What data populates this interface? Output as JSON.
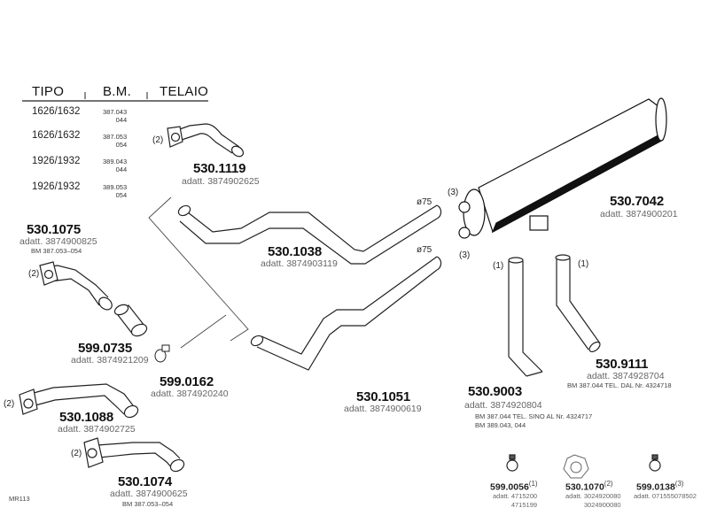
{
  "table": {
    "headers": [
      "TIPO",
      "B.M.",
      "TELAIO"
    ],
    "rows": [
      {
        "tipo": "1626/1632",
        "bm1": "387.043",
        "bm2": "044"
      },
      {
        "tipo": "1626/1632",
        "bm1": "387.053",
        "bm2": "054"
      },
      {
        "tipo": "1926/1932",
        "bm1": "389.043",
        "bm2": "044"
      },
      {
        "tipo": "1926/1932",
        "bm1": "389.053",
        "bm2": "054"
      }
    ]
  },
  "parts": {
    "p5301119": {
      "number": "530.1119",
      "adatt": "adatt. 3874902625",
      "qty": "(2)"
    },
    "p5301075": {
      "number": "530.1075",
      "adatt": "adatt. 3874900825",
      "bm": "BM 387.053–054",
      "qty": "(2)"
    },
    "p5990735": {
      "number": "599.0735",
      "adatt": "adatt. 3874921209"
    },
    "p5990162": {
      "number": "599.0162",
      "adatt": "adatt. 3874920240"
    },
    "p5301088": {
      "number": "530.1088",
      "adatt": "adatt. 3874902725",
      "qty": "(2)"
    },
    "p5301074": {
      "number": "530.1074",
      "adatt": "adatt. 3874900625",
      "bm": "BM 387.053–054",
      "qty": "(2)"
    },
    "p5301038": {
      "number": "530.1038",
      "adatt": "adatt. 3874903119",
      "dia": "ø75"
    },
    "p5301051": {
      "number": "530.1051",
      "adatt": "adatt. 3874900619",
      "dia": "ø75"
    },
    "p5307042": {
      "number": "530.7042",
      "adatt": "adatt. 3874900201",
      "qty_top": "(3)",
      "qty_bottom": "(3)"
    },
    "p5309003": {
      "number": "530.9003",
      "adatt": "adatt. 3874920804",
      "bm1": "BM 387.044 TEL. SINO AL Nr. 4324717",
      "bm2": "BM 389.043, 044",
      "qty": "(1)"
    },
    "p5309111": {
      "number": "530.9111",
      "adatt": "adatt. 3874928704",
      "bm": "BM 387.044 TEL. DAL Nr. 4324718",
      "qty": "(1)"
    },
    "p5990056": {
      "number": "599.0056",
      "sup": "(1)",
      "adatt1": "adatt. 4715200",
      "adatt2": "4715199"
    },
    "p5301070": {
      "number": "530.1070",
      "sup": "(2)",
      "adatt1": "adatt. 3024920080",
      "adatt2": "3024900080"
    },
    "p5990138": {
      "number": "599.0138",
      "sup": "(3)",
      "adatt1": "adatt. 071555078502"
    }
  },
  "footer": {
    "code": "MR113"
  }
}
